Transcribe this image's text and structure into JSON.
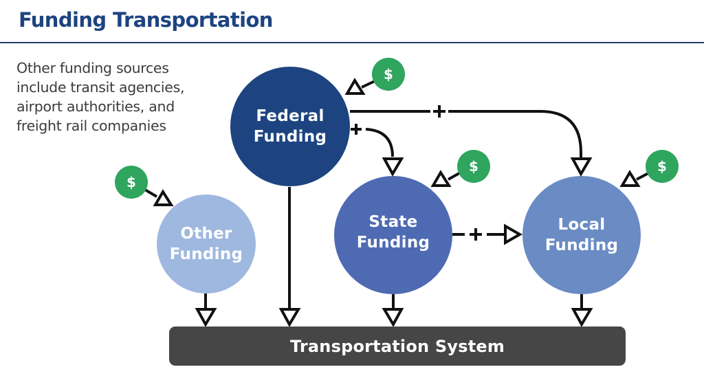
{
  "header": {
    "title": "Funding Transportation"
  },
  "note": {
    "lines": [
      "Other funding sources",
      "include transit agencies,",
      "airport authorities, and",
      "freight rail companies"
    ]
  },
  "nodes": {
    "federal": {
      "line1": "Federal",
      "line2": "Funding",
      "color": "#1d4480"
    },
    "state": {
      "line1": "State",
      "line2": "Funding",
      "color": "#4e6ab3"
    },
    "local": {
      "line1": "Local",
      "line2": "Funding",
      "color": "#6a8bc4"
    },
    "other": {
      "line1": "Other",
      "line2": "Funding",
      "color": "#9fb8e0"
    }
  },
  "money_sources": {
    "symbol": "$",
    "color": "#2fa55e"
  },
  "links": {
    "federal_to_local": {
      "sign": "+"
    },
    "federal_to_state": {
      "sign": "+"
    },
    "state_to_local": {
      "sign": "+"
    }
  },
  "sink": {
    "label": "Transportation System",
    "color": "#464646"
  }
}
